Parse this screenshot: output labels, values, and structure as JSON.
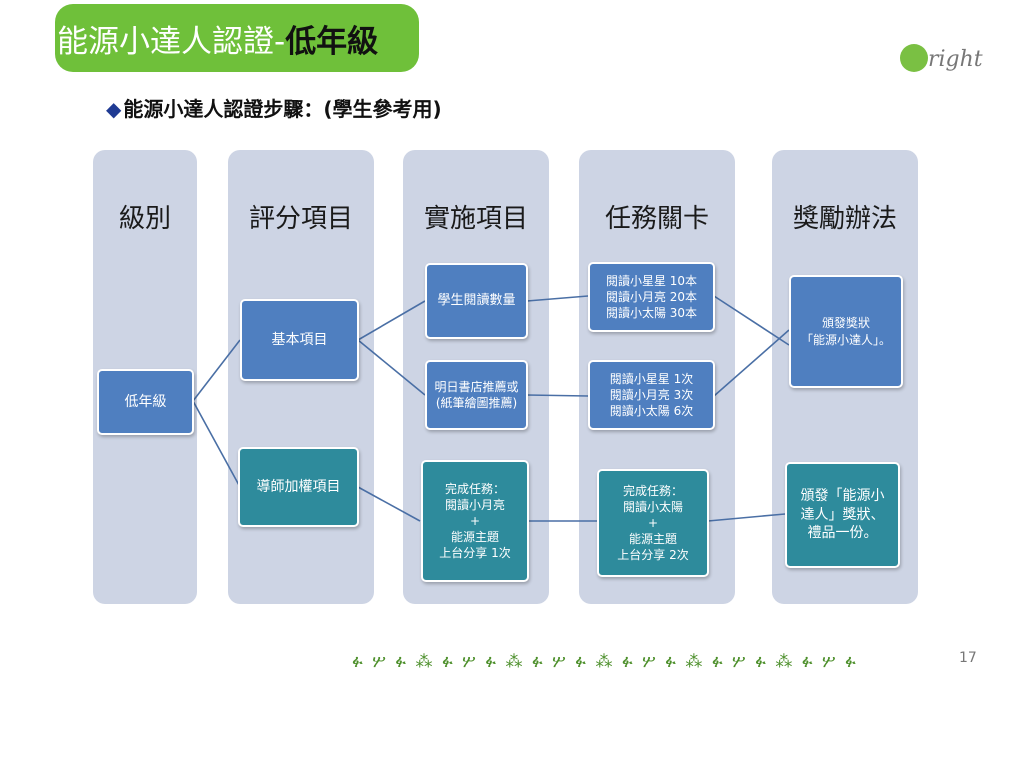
{
  "title": {
    "main": "能源小達人認證-",
    "level": "低年級"
  },
  "logo": {
    "text": "right"
  },
  "subtitle": {
    "bullet": "◆",
    "text": "能源小達人認證步驟：(學生參考用)"
  },
  "columns": {
    "level": "級別",
    "scoring": "評分項目",
    "implementation": "實施項目",
    "tasks": "任務關卡",
    "rewards": "獎勵辦法"
  },
  "boxes": {
    "grade": "低年級",
    "basic": "基本項目",
    "mentor": "導師加權項目",
    "reading_count": "學生閱讀數量",
    "recommend": [
      "明日書店推薦或",
      "(紙筆繪圖推薦)"
    ],
    "complete_task": [
      "完成任務：",
      "閱讀小月亮",
      "+",
      "能源主題",
      "上台分享 1次"
    ],
    "tasks_books": [
      "閱讀小星星 10本",
      "閱讀小月亮 20本",
      "閱讀小太陽 30本"
    ],
    "tasks_times": [
      "閱讀小星星 1次",
      "閱讀小月亮 3次",
      "閱讀小太陽 6次"
    ],
    "tasks_sun": [
      "完成任務：",
      "閱讀小太陽",
      "+",
      "能源主題",
      "上台分享 2次"
    ],
    "reward_cert": [
      "頒發獎狀",
      "「能源小達人」。"
    ],
    "reward_gift": [
      "頒發「能源小",
      "達人」獎狀、",
      "禮品一份。"
    ]
  },
  "footer": {
    "decoration": "ፉ ሦ ፉ ⁂ ፉ ሦ ፉ ⁂ ፉ ሦ ፉ ⁂ ፉ ሦ ፉ ⁂ ፉ ሦ ፉ ⁂ ፉ ሦ ፉ",
    "page_number": "17"
  },
  "colors": {
    "title_green": "#6fc03a",
    "column_bg": "#cdd4e4",
    "box_blue": "#4f7fc0",
    "box_teal": "#2e8b9c"
  }
}
